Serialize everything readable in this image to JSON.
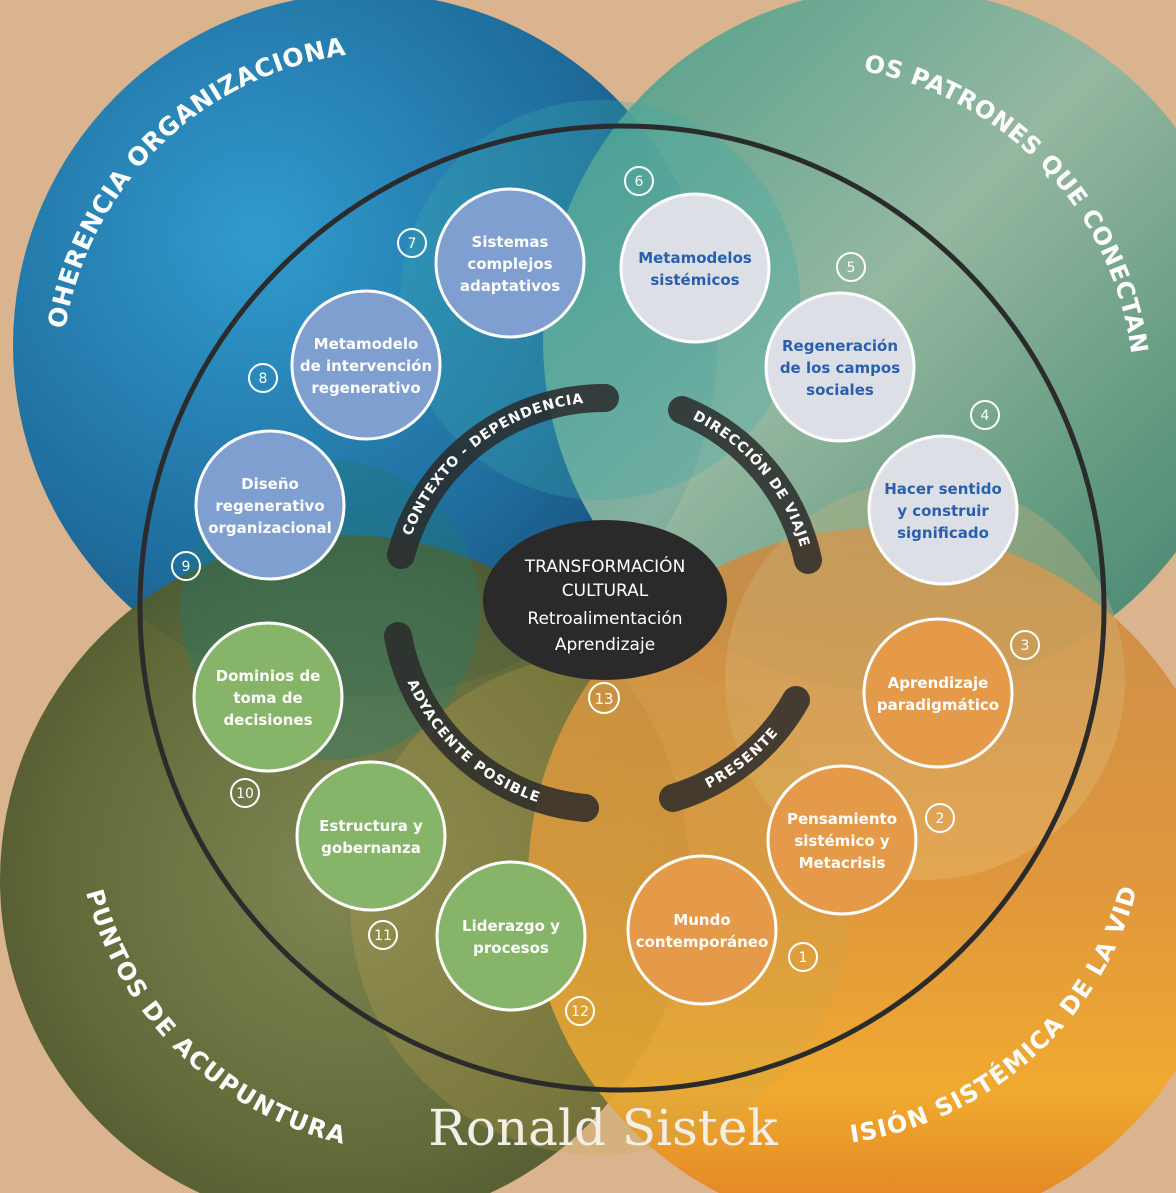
{
  "colors": {
    "background": "#d9b48e",
    "ocean": "#1a6fa0",
    "sky": "#2f8a78",
    "soil": "#5b6a3a",
    "sunset": "#e08a2a",
    "blue_node": "#7f9fd0",
    "grey_node": "#dcdfe6",
    "orange_node": "#e59a4a",
    "green_node": "#86b56a",
    "center": "#2a2a2a",
    "ring": "#2b2b2b"
  },
  "quadrants": {
    "top_left": "COHERENCIA ORGANIZACIONAL",
    "top_right": "LOS PATRONES QUE CONECTAN",
    "bottom_left": "PUNTOS DE ACUPUNTURA",
    "bottom_right": "VISIÓN SISTÉMICA DE LA VIDA"
  },
  "center": {
    "line1": "TRANSFORMACIÓN",
    "line2": "CULTURAL",
    "line3": "Retroalimentación",
    "line4": "Aprendizaje",
    "number": "13"
  },
  "arcs": {
    "top_left": "CONTEXTO - DEPENDENCIA",
    "top_right": "DIRECCIÓN DE VIAJE",
    "bottom_left": "ADYACENTE POSIBLE",
    "bottom_right": "PRESENTE"
  },
  "nodes": [
    {
      "n": "1",
      "lines": [
        "Mundo",
        "contemporáneo"
      ],
      "kind": "orange"
    },
    {
      "n": "2",
      "lines": [
        "Pensamiento",
        "sistémico y",
        "Metacrisis"
      ],
      "kind": "orange"
    },
    {
      "n": "3",
      "lines": [
        "Aprendizaje",
        "paradigmático"
      ],
      "kind": "orange"
    },
    {
      "n": "4",
      "lines": [
        "Hacer sentido",
        "y construir",
        "significado"
      ],
      "kind": "grey"
    },
    {
      "n": "5",
      "lines": [
        "Regeneración",
        "de los campos",
        "sociales"
      ],
      "kind": "grey"
    },
    {
      "n": "6",
      "lines": [
        "Metamodelos",
        "sistémicos"
      ],
      "kind": "grey"
    },
    {
      "n": "7",
      "lines": [
        "Sistemas",
        "complejos",
        "adaptativos"
      ],
      "kind": "blue"
    },
    {
      "n": "8",
      "lines": [
        "Metamodelo",
        "de intervención",
        "regenerativo"
      ],
      "kind": "blue"
    },
    {
      "n": "9",
      "lines": [
        "Diseño",
        "regenerativo",
        "organizacional"
      ],
      "kind": "blue"
    },
    {
      "n": "10",
      "lines": [
        "Dominios de",
        "toma de",
        "decisiones"
      ],
      "kind": "green"
    },
    {
      "n": "11",
      "lines": [
        "Estructura y",
        "gobernanza"
      ],
      "kind": "green"
    },
    {
      "n": "12",
      "lines": [
        "Liderazgo y",
        "procesos"
      ],
      "kind": "green"
    }
  ],
  "signature": "Ronald Sistek"
}
